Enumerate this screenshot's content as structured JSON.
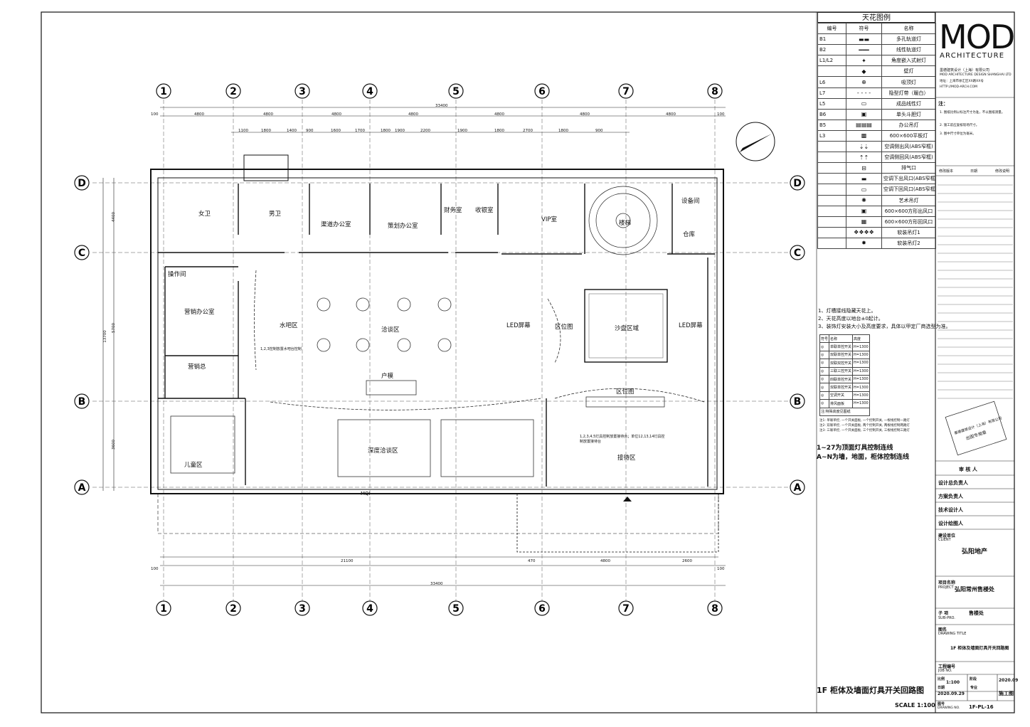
{
  "legend": {
    "title": "天花图例",
    "headers": [
      "编号",
      "符号",
      "名称"
    ],
    "items": [
      {
        "code": "B1",
        "icon": "multi-track-light-icon",
        "name": "多孔轨道灯"
      },
      {
        "code": "B2",
        "icon": "linear-track-light-icon",
        "name": "线性轨道灯"
      },
      {
        "code": "L1/L2",
        "icon": "recessed-spot-icon",
        "name": "角度嵌入式射灯"
      },
      {
        "code": "",
        "icon": "wall-light-icon",
        "name": "壁灯"
      },
      {
        "code": "L6",
        "icon": "ceiling-light-icon",
        "name": "吸顶灯"
      },
      {
        "code": "L7",
        "icon": "hidden-strip-icon",
        "name": "隐型灯带（暖白）"
      },
      {
        "code": "L5",
        "icon": "linear-light-icon",
        "name": "成品线性灯"
      },
      {
        "code": "B6",
        "icon": "single-grille-icon",
        "name": "单头斗胆灯"
      },
      {
        "code": "B5",
        "icon": "office-pendant-icon",
        "name": "办公吊灯"
      },
      {
        "code": "L3",
        "icon": "panel-light-icon",
        "name": "600×600平板灯"
      },
      {
        "code": "",
        "icon": "side-supply-icon",
        "name": "空调侧出风(ABS窄框)"
      },
      {
        "code": "",
        "icon": "side-return-icon",
        "name": "空调侧回风(ABS窄框)"
      },
      {
        "code": "",
        "icon": "exhaust-icon",
        "name": "排气口"
      },
      {
        "code": "",
        "icon": "down-supply-icon",
        "name": "空调下出风口(ABS窄框)"
      },
      {
        "code": "",
        "icon": "down-return-icon",
        "name": "空调下回风口(ABS窄框)"
      },
      {
        "code": "",
        "icon": "art-pendant-icon",
        "name": "艺术吊灯"
      },
      {
        "code": "",
        "icon": "square-supply-icon",
        "name": "600×600方形出风口"
      },
      {
        "code": "",
        "icon": "square-return-icon",
        "name": "600×600方形回风口"
      },
      {
        "code": "",
        "icon": "soft-pendant-1-icon",
        "name": "软装吊灯1"
      },
      {
        "code": "",
        "icon": "soft-pendant-2-icon",
        "name": "软装吊灯2"
      }
    ]
  },
  "notes": [
    "1、灯槽接线隐藏天花上。",
    "2、天花高度以地台±0起计。",
    "3、装饰灯安装大小及高度要求，具体以甲定厂商选型为准。"
  ],
  "switch_table": {
    "headers": [
      "符号",
      "名称",
      "高度"
    ],
    "rows": [
      [
        "单联单控开关",
        "H=1300"
      ],
      [
        "双联单控开关",
        "H=1300"
      ],
      [
        "双联双控开关",
        "H=1300"
      ],
      [
        "三联三控开关",
        "H=1300"
      ],
      [
        "四联单控开关",
        "H=1300"
      ],
      [
        "双联单控开关",
        "H=1300"
      ],
      [
        "空调开关",
        "H=1300"
      ],
      [
        "排风面板",
        "H=1300"
      ]
    ],
    "footnote": "注:特殊高度见图纸",
    "remarks": [
      "注1: 单联单控, 一个开关面板, 一个控制开关, 一根线控制一路灯",
      "注2: 双联单控, 一个开关面板, 两个控制开关, 两根线控制两路灯",
      "注3: 三联单控, 一个开关面板, 三个控制开关, 三根线控制三路灯"
    ]
  },
  "control_notes": [
    "1~27为顶面灯具控制连线",
    "A~N为墙，地面，柜体控制连线"
  ],
  "grid": {
    "columns": [
      "1",
      "2",
      "3",
      "4",
      "5",
      "6",
      "7",
      "8"
    ],
    "rows": [
      "D",
      "C",
      "B",
      "A"
    ]
  },
  "dimensions": {
    "top_total": "33400",
    "top_spans": [
      "4800",
      "4800",
      "4800",
      "4800",
      "4800",
      "4800",
      "4800"
    ],
    "top_detail": [
      "1100",
      "1800",
      "1400",
      "900",
      "1600",
      "1700",
      "1800",
      "1900",
      "2200",
      "1900",
      "1800",
      "2700",
      "1800",
      "900"
    ],
    "edge": "100",
    "bottom_total": "33400",
    "bottom_spans": [
      "21100",
      "470",
      "4800",
      "2600"
    ],
    "left_spans": [
      "4400",
      "5700",
      "3600"
    ],
    "left_total": "13700"
  },
  "rooms": {
    "womens_wc": "女卫",
    "mens_wc": "男卫",
    "channel_office": "渠道办公室",
    "planning_office": "策划办公室",
    "finance": "财务室",
    "cashier": "收银室",
    "vip": "VIP室",
    "stair": "楼梯",
    "equipment": "设备间",
    "storage": "仓库",
    "operation": "操作间",
    "sales_office": "营销办公室",
    "sales_manager": "营销总",
    "water_bar": "水吧区",
    "negotiation": "洽谈区",
    "led_screen_left": "LED屏幕",
    "location_map": "区位图",
    "sand_table": "沙盘区域",
    "led_screen_right": "LED屏幕",
    "unit_type": "户模",
    "deep_negotiation": "深度洽谈区",
    "location_map_2": "区位图",
    "reception": "接待区",
    "kids": "儿童区",
    "entrance": "MQI"
  },
  "wiring_notes": {
    "bar": "1,2,3控制放置水吧台控制",
    "reception": "1,2,3,4,5灯具控制放置接待台；单位12,13,14灯具控制放置接待台"
  },
  "company": {
    "logo": "MOD",
    "logo_sub": "ARCHITECTURE",
    "name_cn": "墨德建筑设计（上海）有限公司",
    "name_en": "MOD ARCHITECTURE DESIGN SHANGHAI LTD",
    "address": "地址：上海市徐汇区XX路XX号",
    "web": "HTTP://MOD-ARCH.COM"
  },
  "titleblock": {
    "notes_label": "注：",
    "notes": [
      "1. 图纸比例以标注尺寸为准，不以图纸测量。",
      "2. 施工前应复核现场尺寸。",
      "3. 图中尺寸单位为毫米。"
    ],
    "revision_headers": [
      "修改版本",
      "日期",
      "修改说明"
    ],
    "stamp": [
      "墨德建筑设计（上海）有限公司",
      "出图专用章"
    ],
    "roles": [
      "审 核 人",
      "设计总负责人",
      "方案负责人",
      "技术设计人",
      "设计绘图人"
    ],
    "client_label": "建设单位",
    "client_label_en": "CLIENT",
    "client": "弘阳地产",
    "project_label": "项目名称",
    "project_label_en": "PROJECT",
    "project": "弘阳常州售楼处",
    "subproject_label": "子 项",
    "subproject_label_en": "SUB-PRO.",
    "subproject": "售楼处",
    "drawing_title_label": "图名",
    "drawing_title_label_en": "DRAWING TITLE",
    "drawing_title": "1F 柜体及墙面灯具开关回路图",
    "job_label": "工程编号",
    "job_label_en": "JOB NO.",
    "scale_label": "比例",
    "scale_value": "1:100",
    "status_label": "阶段",
    "status_value": "施工图",
    "date_label": "日期",
    "date_value": "2020.09.29",
    "spec_label": "专业",
    "drawing_no_label": "图号",
    "drawing_no_label_en": "DRAWING NO.",
    "drawing_no": "1F-PL-16",
    "year": "2020.09"
  },
  "sheet_title": "1F 柜体及墙面灯具开关回路图",
  "sheet_scale": "SCALE 1:100"
}
